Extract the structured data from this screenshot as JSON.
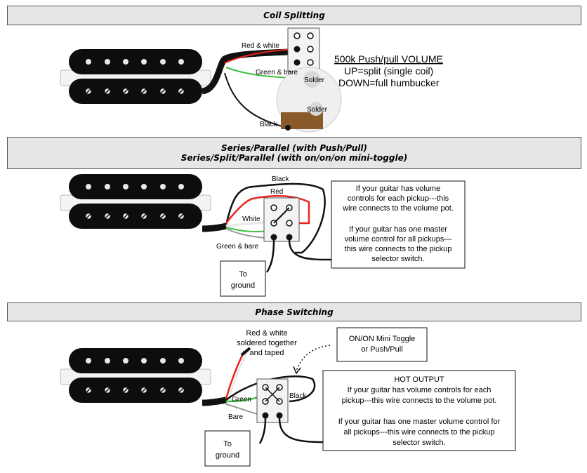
{
  "sections": {
    "coil_splitting": {
      "title": "Coil Splitting",
      "labels": {
        "red_white": "Red & white",
        "green_bare": "Green & bare",
        "black": "Black",
        "solder_top": "Solder",
        "solder_bottom": "Solder"
      },
      "pot_lines": [
        "500k Push/pull VOLUME",
        "UP=split (single coil)",
        "DOWN=full humbucker"
      ]
    },
    "series_parallel": {
      "title_line1": "Series/Parallel (with Push/Pull)",
      "title_line2": "Series/Split/Parallel (with on/on/on mini-toggle)",
      "labels": {
        "black": "Black",
        "red": "Red",
        "white": "White",
        "green_bare": "Green & bare",
        "ground_1": "To",
        "ground_2": "ground"
      },
      "note_lines": [
        "If your guitar has volume",
        "controls for each pickup---this",
        "wire connects to the volume pot.",
        "",
        "If your guitar has one master",
        "volume control for all pickups---",
        "this wire connects to the pickup",
        "selector switch."
      ]
    },
    "phase_switching": {
      "title": "Phase Switching",
      "labels": {
        "red_white_1": "Red & white",
        "red_white_2": "soldered together",
        "red_white_3": "and taped",
        "green": "Green",
        "bare": "Bare",
        "black": "Black",
        "ground_1": "To",
        "ground_2": "ground",
        "toggle_1": "ON/ON Mini Toggle",
        "toggle_2": "or Push/Pull"
      },
      "hot_lines": [
        "HOT OUTPUT",
        "If your guitar has volume controls for each",
        "pickup---this wire connects to the volume pot.",
        "",
        "If your guitar has one master volume control for",
        "all pickups---this wire connects to the pickup",
        "selector switch."
      ]
    }
  },
  "colors": {
    "wire_red": "#e8261f",
    "wire_green": "#3fbf3f",
    "wire_black": "#111111",
    "header_bg": "#e6e6e6"
  }
}
